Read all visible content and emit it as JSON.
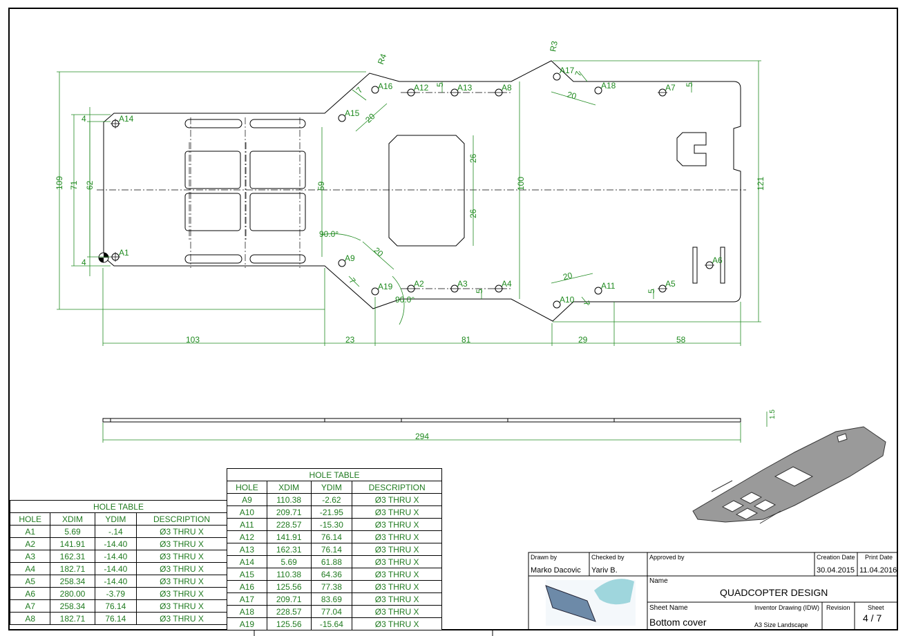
{
  "drawing": {
    "overall_dims": {
      "d109": "109",
      "d71": "71",
      "d62": "62",
      "d4a": "4",
      "d4b": "4",
      "d59": "59",
      "d100": "100",
      "d121": "121",
      "d26a": "26",
      "d26b": "26",
      "d103": "103",
      "d23": "23",
      "d81": "81",
      "d29": "29",
      "d58": "58",
      "d294": "294",
      "d15": "1.5",
      "d5a": "5",
      "d5b": "5",
      "d5c": "5",
      "d5d": "5",
      "d7a": "7",
      "d7b": "7",
      "d7c": "7",
      "d7d": "7",
      "d20a": "20",
      "d20b": "20",
      "d20c": "20",
      "d20d": "20",
      "r4": "R4",
      "r3": "R3",
      "ang1": "90.0°",
      "ang2": "90.0°"
    },
    "hole_labels": [
      "A1",
      "A2",
      "A3",
      "A4",
      "A5",
      "A6",
      "A7",
      "A8",
      "A9",
      "A10",
      "A11",
      "A12",
      "A13",
      "A14",
      "A15",
      "A16",
      "A17",
      "A18",
      "A19"
    ]
  },
  "hole_table_left": {
    "title": "HOLE TABLE",
    "headers": [
      "HOLE",
      "XDIM",
      "YDIM",
      "DESCRIPTION"
    ],
    "rows": [
      [
        "A1",
        "5.69",
        "-.14",
        "Ø3 THRU X"
      ],
      [
        "A2",
        "141.91",
        "-14.40",
        "Ø3 THRU X"
      ],
      [
        "A3",
        "162.31",
        "-14.40",
        "Ø3 THRU X"
      ],
      [
        "A4",
        "182.71",
        "-14.40",
        "Ø3 THRU X"
      ],
      [
        "A5",
        "258.34",
        "-14.40",
        "Ø3 THRU X"
      ],
      [
        "A6",
        "280.00",
        "-3.79",
        "Ø3 THRU X"
      ],
      [
        "A7",
        "258.34",
        "76.14",
        "Ø3 THRU X"
      ],
      [
        "A8",
        "182.71",
        "76.14",
        "Ø3 THRU X"
      ]
    ]
  },
  "hole_table_right": {
    "title": "HOLE TABLE",
    "headers": [
      "HOLE",
      "XDIM",
      "YDIM",
      "DESCRIPTION"
    ],
    "rows": [
      [
        "A9",
        "110.38",
        "-2.62",
        "Ø3 THRU X"
      ],
      [
        "A10",
        "209.71",
        "-21.95",
        "Ø3 THRU X"
      ],
      [
        "A11",
        "228.57",
        "-15.30",
        "Ø3 THRU X"
      ],
      [
        "A12",
        "141.91",
        "76.14",
        "Ø3 THRU X"
      ],
      [
        "A13",
        "162.31",
        "76.14",
        "Ø3 THRU X"
      ],
      [
        "A14",
        "5.69",
        "61.88",
        "Ø3 THRU X"
      ],
      [
        "A15",
        "110.38",
        "64.36",
        "Ø3 THRU X"
      ],
      [
        "A16",
        "125.56",
        "77.38",
        "Ø3 THRU X"
      ],
      [
        "A17",
        "209.71",
        "83.69",
        "Ø3 THRU X"
      ],
      [
        "A18",
        "228.57",
        "77.04",
        "Ø3 THRU X"
      ],
      [
        "A19",
        "125.56",
        "-15.64",
        "Ø3 THRU X"
      ]
    ]
  },
  "title_block": {
    "drawn_by_label": "Drawn by",
    "drawn_by": "Marko Dacovic",
    "checked_by_label": "Checked by",
    "checked_by": "Yariv B.",
    "approved_by_label": "Approved by",
    "creation_date_label": "Creation Date",
    "creation_date": "30.04.2015",
    "print_date_label": "Print Date",
    "print_date": "11.04.2016",
    "name_label": "Name",
    "name": "QUADCOPTER DESIGN",
    "sheet_name_label": "Sheet Name",
    "sheet_name": "Bottom cover",
    "doc_type": "Inventor Drawing (IDW)",
    "size": "A3 Size Landscape",
    "revision_label": "Revision",
    "sheet_label": "Sheet",
    "sheet": "4 / 7"
  },
  "colors": {
    "dim": "#1f8a1f",
    "line": "#000000"
  }
}
